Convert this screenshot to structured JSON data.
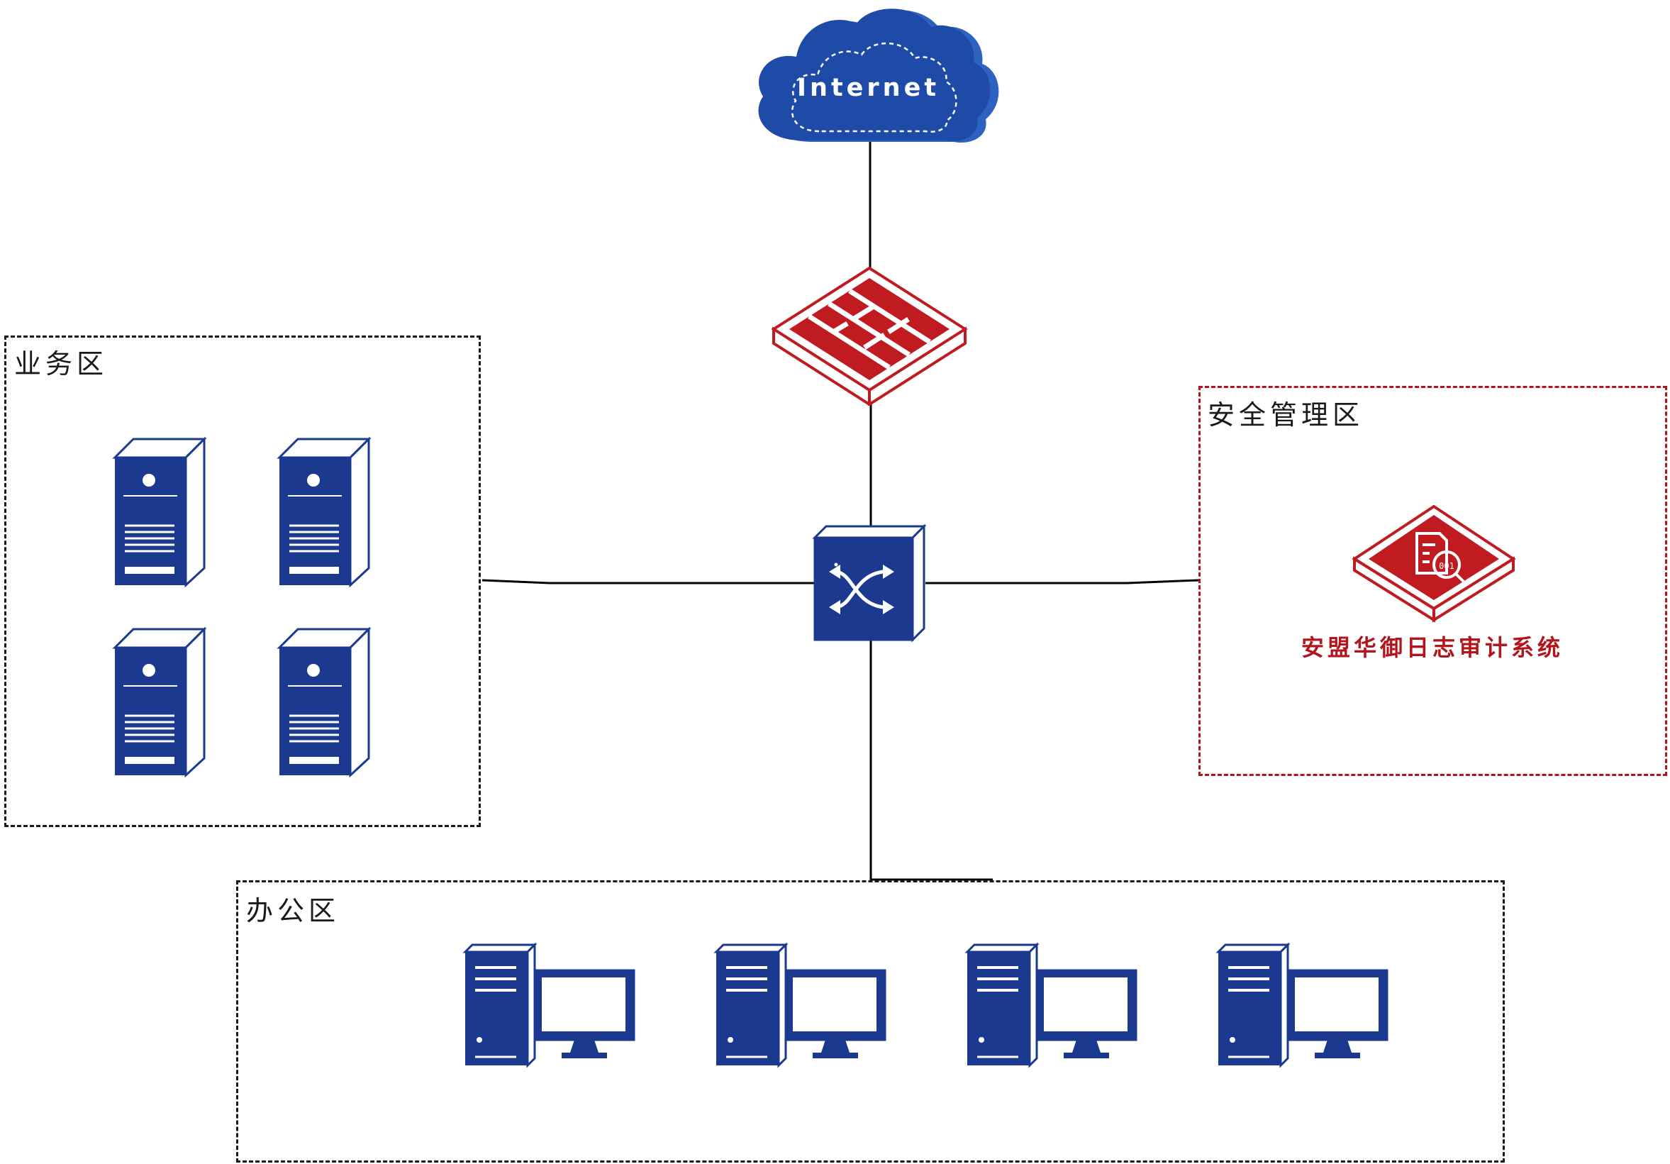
{
  "diagram": {
    "cloud": {
      "label": "Internet"
    },
    "zones": {
      "business": {
        "label": "业务区"
      },
      "security": {
        "label": "安全管理区"
      },
      "office": {
        "label": "办公区"
      }
    },
    "audit_system": {
      "label": "安盟华御日志审计系统"
    },
    "icons": {
      "cloud": "internet-cloud-icon",
      "firewall": "firewall-icon",
      "switch": "network-switch-icon",
      "server": "tower-server-icon",
      "workstation": "desktop-computer-icon",
      "audit": "log-audit-appliance-icon"
    },
    "colors": {
      "device_blue": "#1b3a8f",
      "firewall_red": "#c11b22",
      "security_zone_border": "#b3151c",
      "zone_border": "#1a1a1a",
      "link_line": "#000000"
    }
  }
}
